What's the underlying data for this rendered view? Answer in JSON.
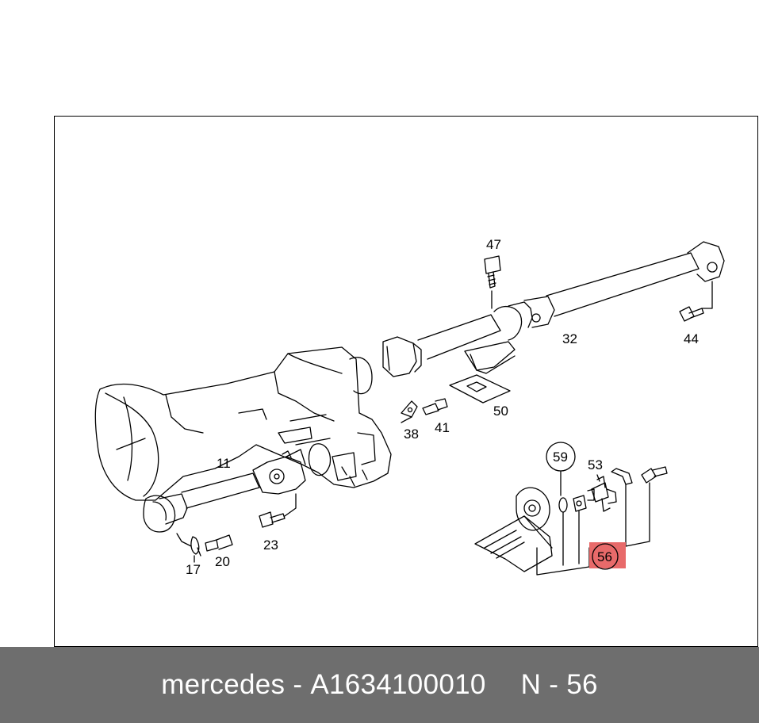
{
  "diagram": {
    "callouts": {
      "c47": "47",
      "c32": "32",
      "c44": "44",
      "c50": "50",
      "c41": "41",
      "c38": "38",
      "c11": "11",
      "c23": "23",
      "c17": "17",
      "c20": "20",
      "c59": "59",
      "c53": "53",
      "c56": "56"
    },
    "highlight_color": "#e86a6a",
    "highlighted_part": "56"
  },
  "footer": {
    "brand": "mercedes",
    "separator": "-",
    "part_number": "A1634100010",
    "ref_prefix": "N",
    "ref_separator": "-",
    "ref_number": "56"
  }
}
